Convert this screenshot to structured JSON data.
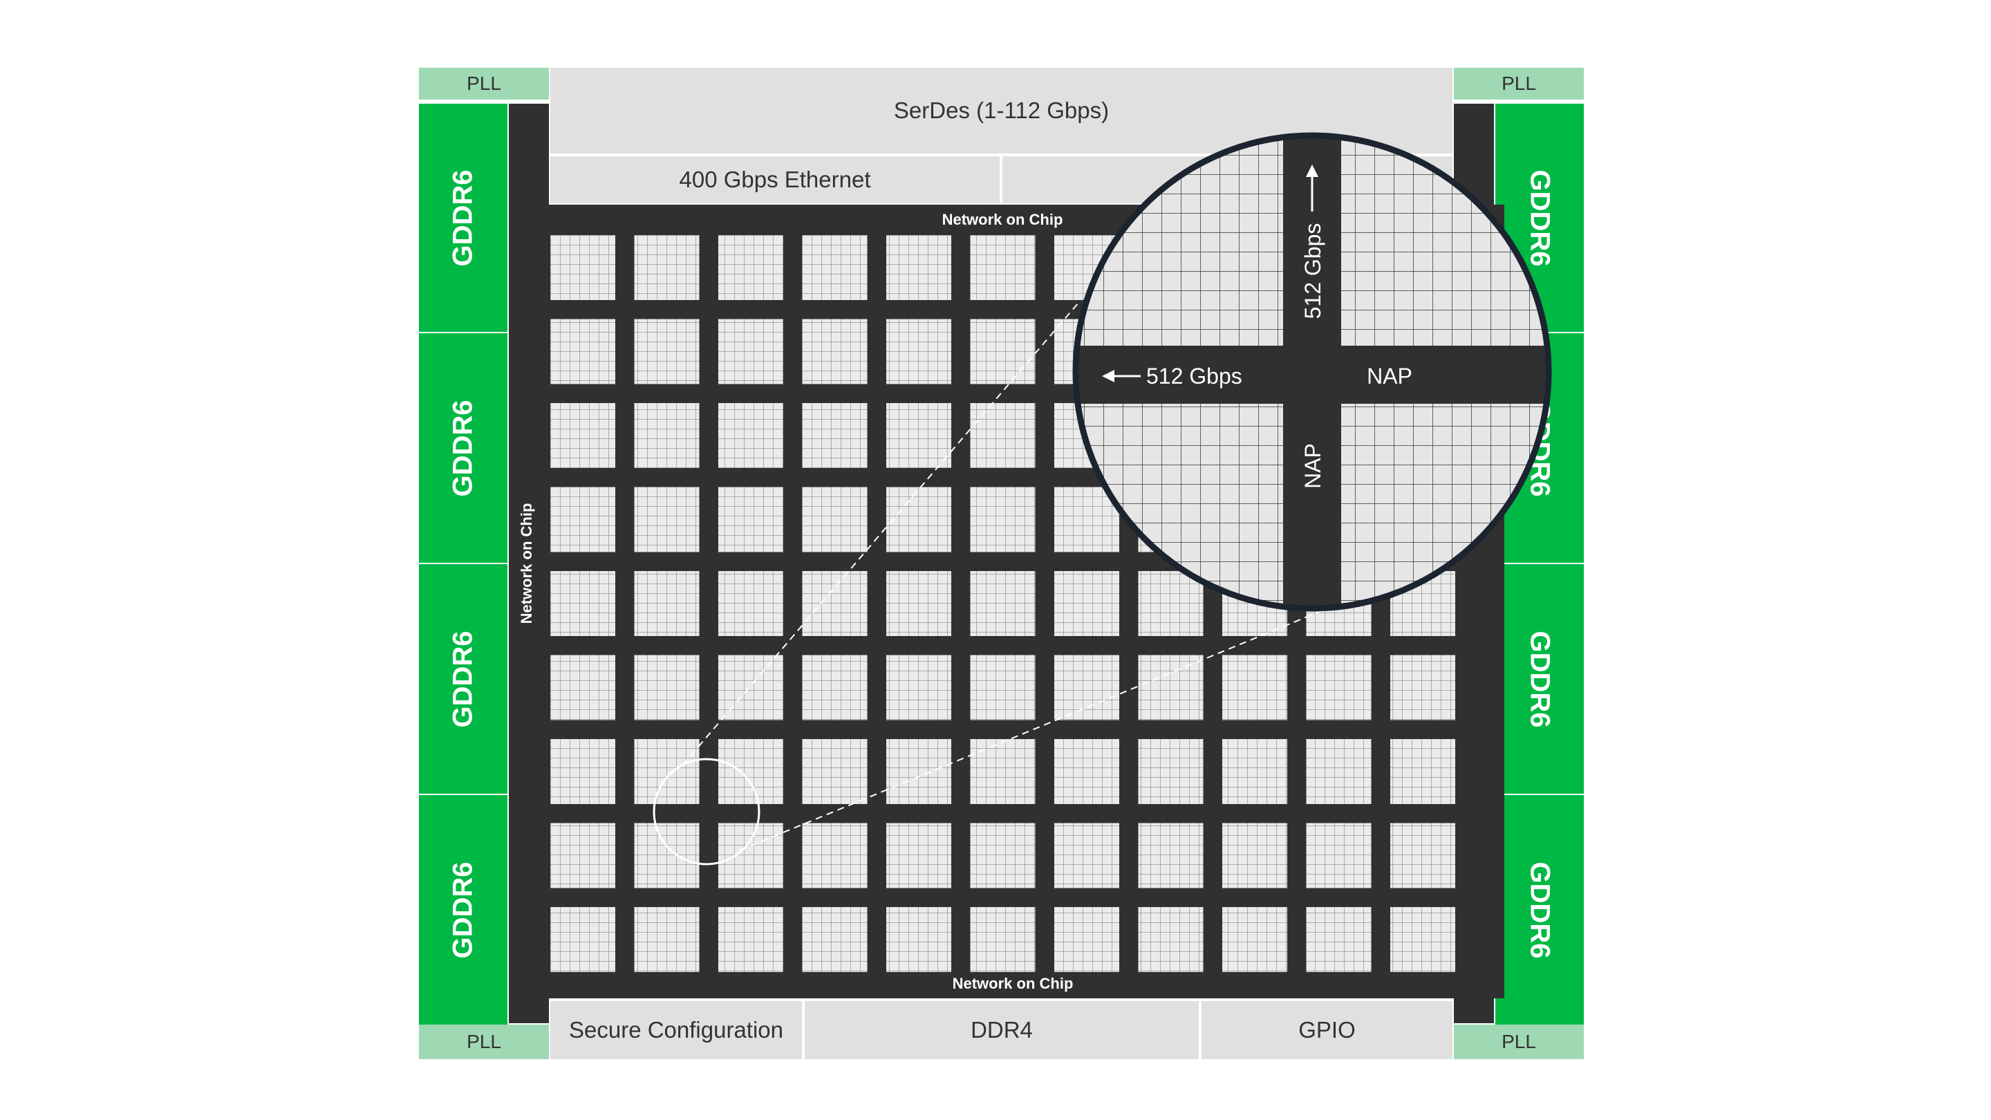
{
  "pll": {
    "top_left": "PLL",
    "top_right": "PLL",
    "bottom_left": "PLL",
    "bottom_right": "PLL"
  },
  "memory": {
    "left": [
      "GDDR6",
      "GDDR6",
      "GDDR6",
      "GDDR6"
    ],
    "right": [
      "GDDR6",
      "GDDR6",
      "GDDR6",
      "GDDR6"
    ]
  },
  "top": {
    "serdes": "SerDes (1-112 Gbps)",
    "ethernet": "400 Gbps Ethernet"
  },
  "bottom": {
    "secure": "Secure Configuration",
    "ddr": "DDR4",
    "gpio": "GPIO"
  },
  "noc": {
    "top": "Network on Chip",
    "bottom": "Network on Chip",
    "left": "Network on Chip"
  },
  "magnifier": {
    "vertical_bandwidth": "512 Gbps",
    "horizontal_bandwidth": "512 Gbps",
    "nap_right": "NAP",
    "nap_bottom": "NAP"
  },
  "colors": {
    "green": "#00b844",
    "light_green": "#9ed9b3",
    "dark": "#303030",
    "gray": "#e0e0e0",
    "cluster": "#ebebeb",
    "cluster_grid": "#6e6e6e"
  },
  "grid": {
    "rows": 9,
    "columns": 11
  }
}
